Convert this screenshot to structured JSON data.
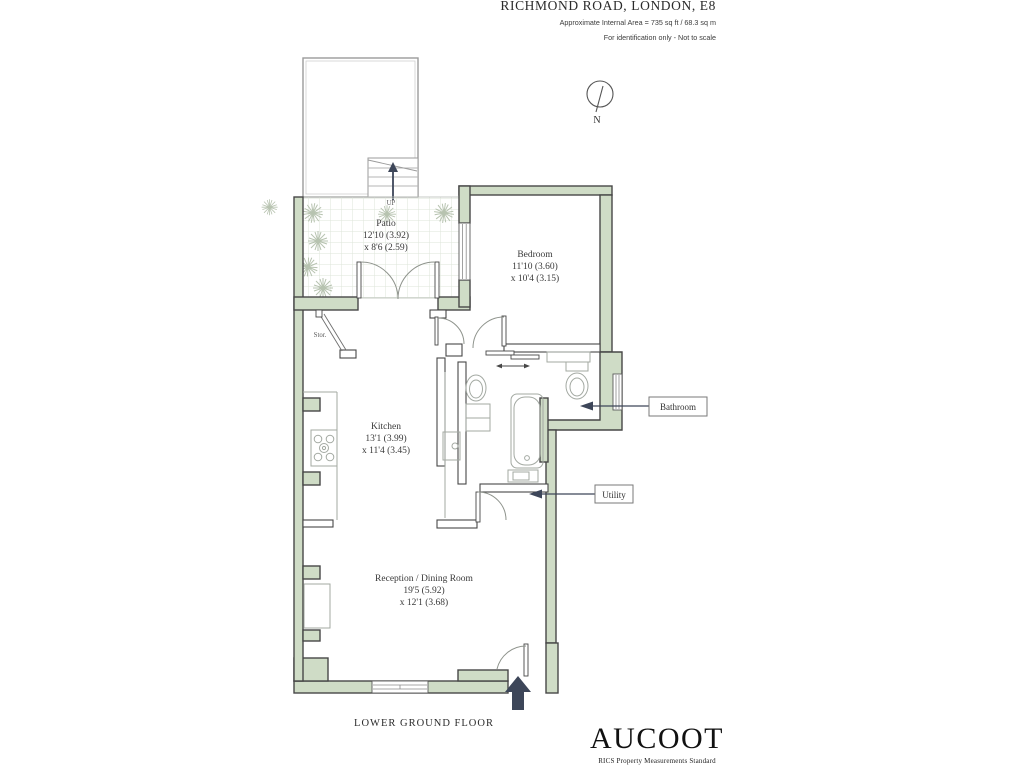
{
  "header": {
    "title": "RICHMOND ROAD, LONDON, E8",
    "area": "Approximate Internal Area = 735 sq ft / 68.3 sq m",
    "note": "For identification only - Not to scale"
  },
  "compass": {
    "north": "N"
  },
  "plan": {
    "floor": "LOWER GROUND FLOOR",
    "stairs": "UP",
    "rooms": {
      "patio": {
        "name": "Patio",
        "dim1": "12'10 (3.92)",
        "dim2": "x 8'6 (2.59)"
      },
      "bedroom": {
        "name": "Bedroom",
        "dim1": "11'10 (3.60)",
        "dim2": "x 10'4 (3.15)"
      },
      "kitchen": {
        "name": "Kitchen",
        "dim1": "13'1 (3.99)",
        "dim2": "x 11'4 (3.45)"
      },
      "reception": {
        "name": "Reception / Dining Room",
        "dim1": "19'5 (5.92)",
        "dim2": "x 12'1 (3.68)"
      },
      "storage": {
        "name": "Stor."
      },
      "bathroom": {
        "name": "Bathroom"
      },
      "utility": {
        "name": "Utility"
      }
    }
  },
  "footer": {
    "brand": "AUCOOT",
    "standard": "RICS Property Measurements Standard"
  },
  "colors": {
    "wall_fill": "#cfdcc6",
    "wall_stroke": "#474747",
    "fixture": "#a3a9a2",
    "arrow_dark": "#3d4659"
  }
}
